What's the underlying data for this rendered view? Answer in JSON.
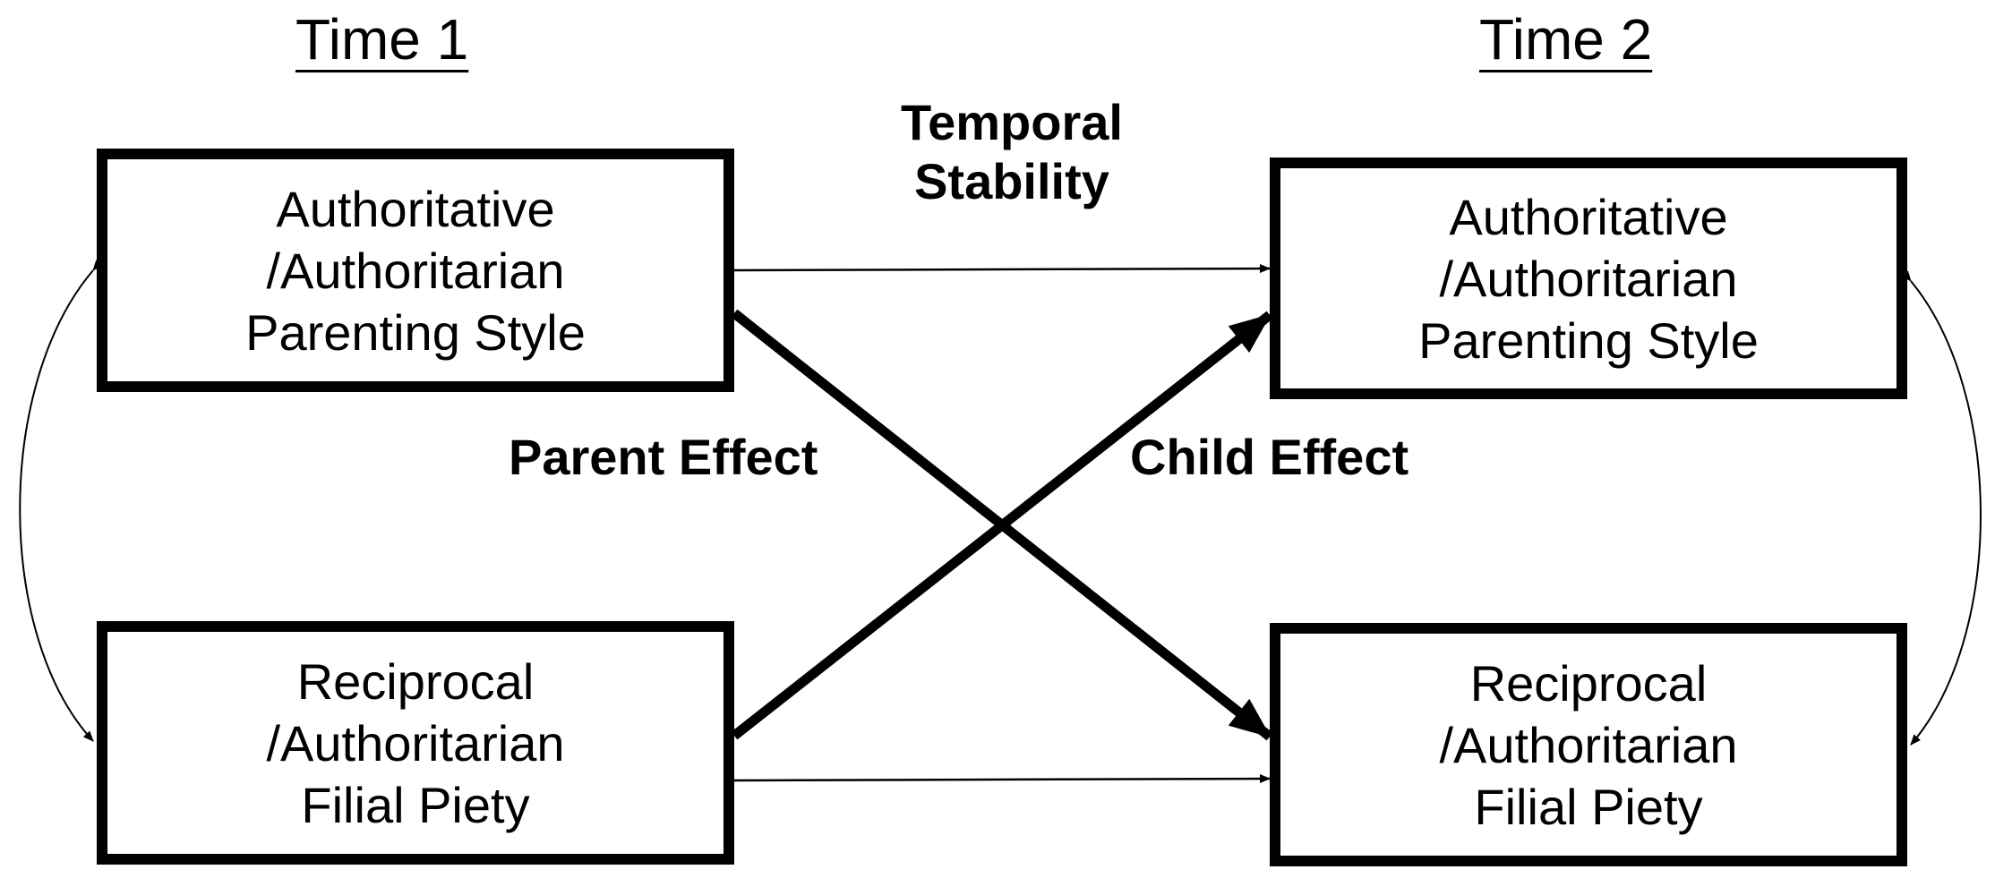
{
  "time_labels": {
    "time1": "Time 1",
    "time2": "Time 2"
  },
  "boxes": {
    "t1_parenting": [
      "Authoritative",
      "/Authoritarian",
      "Parenting Style"
    ],
    "t2_parenting": [
      "Authoritative",
      "/Authoritarian",
      "Parenting Style"
    ],
    "t1_piety": [
      "Reciprocal",
      "/Authoritarian",
      "Filial Piety"
    ],
    "t2_piety": [
      "Reciprocal",
      "/Authoritarian",
      "Filial Piety"
    ]
  },
  "edge_labels": {
    "temporal_line1": "Temporal",
    "temporal_line2": "Stability",
    "parent_effect": "Parent Effect",
    "child_effect": "Child Effect"
  }
}
